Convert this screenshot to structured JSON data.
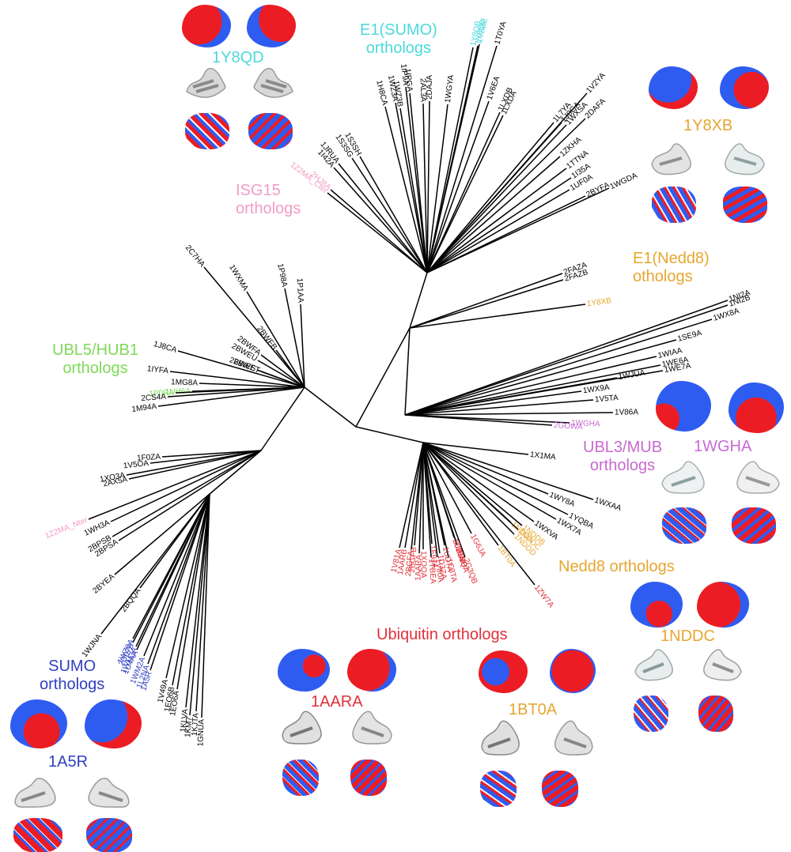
{
  "figure": {
    "type": "unrooted phylogenetic tree of ubiquitin-like protein structures",
    "center_label": ""
  },
  "colors": {
    "branch": "#000000",
    "default_leaf": "#000000",
    "e1_sumo": "#4dd9dc",
    "isg15": "#f09cc4",
    "e1_nedd8": "#e6a630",
    "ubl5_hub1": "#7ed957",
    "ubl3_mub": "#c86ad0",
    "nedd8": "#e6a630",
    "ubiquitin": "#e0303a",
    "sumo": "#3040c0",
    "potential_positive": "#2f5cf0",
    "potential_negative": "#ec1c24",
    "cartoon": "#bfbfbf"
  },
  "groups": [
    {
      "id": "e1_sumo",
      "line1": "E1(SUMO)",
      "line2": "orthologs",
      "color": "#4dd9dc"
    },
    {
      "id": "isg15",
      "line1": "ISG15",
      "line2": "orthologs",
      "color": "#f09cc4"
    },
    {
      "id": "e1_nedd8",
      "line1": "E1(Nedd8)",
      "line2": "othologs",
      "color": "#e6a630"
    },
    {
      "id": "ubl5_hub1",
      "line1": "UBL5/HUB1",
      "line2": "orthologs",
      "color": "#7ed957"
    },
    {
      "id": "ubl3_mub",
      "line1": "UBL3/MUB",
      "line2": "orthologs",
      "color": "#c86ad0"
    },
    {
      "id": "nedd8",
      "line1": "Nedd8 orthologs",
      "line2": "",
      "color": "#e6a630"
    },
    {
      "id": "ubiquitin",
      "line1": "Ubiquitin orthologs",
      "line2": "",
      "color": "#e0303a"
    },
    {
      "id": "sumo",
      "line1": "SUMO",
      "line2": "orthologs",
      "color": "#3040c0"
    }
  ],
  "representatives": [
    {
      "id": "1Y8QD",
      "label": "1Y8QD",
      "color": "#4dd9dc"
    },
    {
      "id": "1Y8XB",
      "label": "1Y8XB",
      "color": "#e6a630"
    },
    {
      "id": "1WGHA",
      "label": "1WGHA",
      "color": "#c86ad0"
    },
    {
      "id": "1NDDC",
      "label": "1NDDC",
      "color": "#e6a630"
    },
    {
      "id": "1AARA",
      "label": "1AARA",
      "color": "#e0303a"
    },
    {
      "id": "1BT0A",
      "label": "1BT0A",
      "color": "#e6a630"
    },
    {
      "id": "1A5R",
      "label": "1A5R",
      "color": "#3040c0"
    }
  ],
  "leaves": [
    {
      "name": "1Y8QB",
      "group": "e1_sumo"
    },
    {
      "name": "1Y8QD",
      "group": "e1_sumo"
    },
    {
      "name": "1Y8RE",
      "group": "e1_sumo"
    },
    {
      "name": "1T0YA",
      "group": ""
    },
    {
      "name": "1V6EA",
      "group": ""
    },
    {
      "name": "1LXDB",
      "group": ""
    },
    {
      "name": "1LXDA",
      "group": ""
    },
    {
      "name": "1WGYA",
      "group": ""
    },
    {
      "name": "2DAJA",
      "group": ""
    },
    {
      "name": "2AL3A",
      "group": ""
    },
    {
      "name": "1IPGA",
      "group": ""
    },
    {
      "name": "1IP9A",
      "group": ""
    },
    {
      "name": "1WZ3B",
      "group": ""
    },
    {
      "name": "1WZ3A",
      "group": ""
    },
    {
      "name": "1H8CA",
      "group": ""
    },
    {
      "name": "1S3SH",
      "group": ""
    },
    {
      "name": "1S3SG",
      "group": ""
    },
    {
      "name": "1JRUA",
      "group": ""
    },
    {
      "name": "1I42A",
      "group": ""
    },
    {
      "name": "2HJ8A",
      "group": "isg15"
    },
    {
      "name": "1Z2MA_Cter",
      "group": "isg15"
    },
    {
      "name": "1L7YA",
      "group": ""
    },
    {
      "name": "1J0GA",
      "group": ""
    },
    {
      "name": "1WXSA",
      "group": ""
    },
    {
      "name": "1V2YA",
      "group": ""
    },
    {
      "name": "2DAFA",
      "group": ""
    },
    {
      "name": "1ZKHA",
      "group": ""
    },
    {
      "name": "1TTNA",
      "group": ""
    },
    {
      "name": "1I35A",
      "group": ""
    },
    {
      "name": "1UF0A",
      "group": ""
    },
    {
      "name": "2BYFA",
      "group": ""
    },
    {
      "name": "1WGDA",
      "group": ""
    },
    {
      "name": "2FAZA",
      "group": ""
    },
    {
      "name": "2FAZB",
      "group": ""
    },
    {
      "name": "1Y8XB",
      "group": "e1_nedd8"
    },
    {
      "name": "1NI2A",
      "group": ""
    },
    {
      "name": "1NI2B",
      "group": ""
    },
    {
      "name": "1WX8A",
      "group": ""
    },
    {
      "name": "1SE9A",
      "group": ""
    },
    {
      "name": "1WIAA",
      "group": ""
    },
    {
      "name": "1WE6A",
      "group": ""
    },
    {
      "name": "1WE7A",
      "group": ""
    },
    {
      "name": "1WJUA",
      "group": ""
    },
    {
      "name": "1WX9A",
      "group": ""
    },
    {
      "name": "1V5TA",
      "group": ""
    },
    {
      "name": "1V86A",
      "group": ""
    },
    {
      "name": "1WGHA",
      "group": "ubl3_mub"
    },
    {
      "name": "2GOWA",
      "group": "ubl3_mub"
    },
    {
      "name": "1X1MA",
      "group": ""
    },
    {
      "name": "1WY8A",
      "group": ""
    },
    {
      "name": "1WXAA",
      "group": ""
    },
    {
      "name": "1YQBA",
      "group": ""
    },
    {
      "name": "1WX7A",
      "group": ""
    },
    {
      "name": "1WXVA",
      "group": ""
    },
    {
      "name": "1NDDA",
      "group": "nedd8"
    },
    {
      "name": "1NDDB",
      "group": "nedd8"
    },
    {
      "name": "1NDDC",
      "group": "nedd8"
    },
    {
      "name": "1NDDD",
      "group": "nedd8"
    },
    {
      "name": "1BT0A",
      "group": "nedd8"
    },
    {
      "name": "1ZW7A",
      "group": "ubiquitin"
    },
    {
      "name": "2G3QB",
      "group": "ubiquitin"
    },
    {
      "name": "1UBQA",
      "group": "ubiquitin"
    },
    {
      "name": "1G6JA",
      "group": "ubiquitin"
    },
    {
      "name": "1UBIA",
      "group": "ubiquitin"
    },
    {
      "name": "2DENB",
      "group": "ubiquitin"
    },
    {
      "name": "1C3TA",
      "group": "ubiquitin"
    },
    {
      "name": "1UD7A",
      "group": "ubiquitin"
    },
    {
      "name": "1D3ZA",
      "group": "ubiquitin"
    },
    {
      "name": "1V80A",
      "group": "ubiquitin"
    },
    {
      "name": "1F9JA",
      "group": "ubiquitin"
    },
    {
      "name": "1TBEA",
      "group": "ubiquitin"
    },
    {
      "name": "1XQQA",
      "group": "ubiquitin"
    },
    {
      "name": "1AARA",
      "group": "ubiquitin"
    },
    {
      "name": "2BGFB",
      "group": "ubiquitin"
    },
    {
      "name": "2BGFA",
      "group": "ubiquitin"
    },
    {
      "name": "1AARB",
      "group": "ubiquitin"
    },
    {
      "name": "1V81A",
      "group": "ubiquitin"
    },
    {
      "name": "2C7HA",
      "group": ""
    },
    {
      "name": "1WXMA",
      "group": ""
    },
    {
      "name": "1P98A",
      "group": ""
    },
    {
      "name": "1P1AA",
      "group": ""
    },
    {
      "name": "2BWFB",
      "group": ""
    },
    {
      "name": "2BWFA",
      "group": ""
    },
    {
      "name": "2BWEU",
      "group": ""
    },
    {
      "name": "2BWES",
      "group": ""
    },
    {
      "name": "2BWET",
      "group": ""
    },
    {
      "name": "1J8CA",
      "group": ""
    },
    {
      "name": "1IYFA",
      "group": ""
    },
    {
      "name": "1MG8A",
      "group": ""
    },
    {
      "name": "1UH6A",
      "group": "ubl5_hub1"
    },
    {
      "name": "1P0RA",
      "group": "ubl5_hub1"
    },
    {
      "name": "2CS4A",
      "group": ""
    },
    {
      "name": "1M94A",
      "group": ""
    },
    {
      "name": "1F0ZA",
      "group": ""
    },
    {
      "name": "1V5OA",
      "group": ""
    },
    {
      "name": "1XO3A",
      "group": ""
    },
    {
      "name": "2AX5A",
      "group": ""
    },
    {
      "name": "1Z2MA_Nter",
      "group": "isg15"
    },
    {
      "name": "1WH3A",
      "group": ""
    },
    {
      "name": "2BPSB",
      "group": ""
    },
    {
      "name": "2BPSA",
      "group": ""
    },
    {
      "name": "2BYEA",
      "group": ""
    },
    {
      "name": "2BQQA",
      "group": ""
    },
    {
      "name": "1WJNA",
      "group": ""
    },
    {
      "name": "1WZ0A",
      "group": "sumo"
    },
    {
      "name": "2D07B",
      "group": "sumo"
    },
    {
      "name": "1WM3A",
      "group": "sumo"
    },
    {
      "name": "1U4AA",
      "group": "sumo"
    },
    {
      "name": "1WM2A",
      "group": "sumo"
    },
    {
      "name": "1L2NA",
      "group": "sumo"
    },
    {
      "name": "1A5R",
      "group": "sumo"
    },
    {
      "name": "1V49A",
      "group": ""
    },
    {
      "name": "1EO6B",
      "group": ""
    },
    {
      "name": "1EO6A",
      "group": ""
    },
    {
      "name": "1KLVA",
      "group": ""
    },
    {
      "name": "1KM7",
      "group": ""
    },
    {
      "name": "1KJTA",
      "group": ""
    },
    {
      "name": "1GNUA",
      "group": ""
    }
  ]
}
